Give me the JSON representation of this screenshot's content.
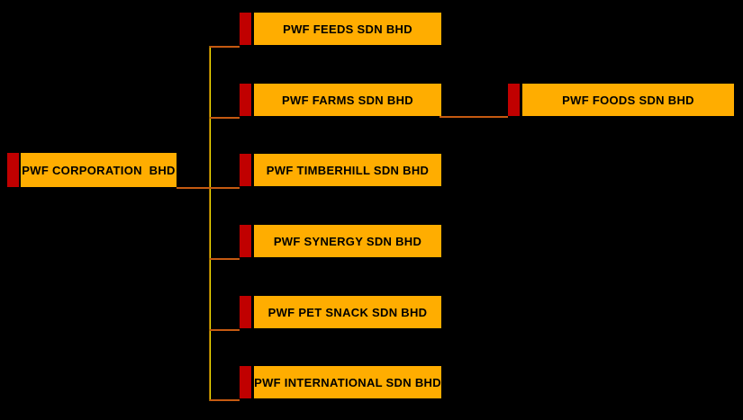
{
  "colors": {
    "background": "#000000",
    "box_fill": "#FFAD00",
    "accent": "#C00000",
    "connector": "#C55A11",
    "trunk_core": "#FFE600",
    "trunk_edge": "#8F6000",
    "text": "#000000"
  },
  "org_chart": {
    "type": "organization-chart",
    "root": {
      "label": "PWF CORPORATION  BHD"
    },
    "subsidiaries": [
      {
        "label": "PWF FEEDS SDN BHD"
      },
      {
        "label": "PWF FARMS SDN BHD",
        "children": [
          {
            "label": "PWF FOODS SDN BHD"
          }
        ]
      },
      {
        "label": "PWF TIMBERHILL SDN BHD"
      },
      {
        "label": "PWF SYNERGY SDN BHD"
      },
      {
        "label": "PWF PET SNACK SDN BHD"
      },
      {
        "label": "PWF INTERNATIONAL SDN BHD"
      }
    ]
  }
}
